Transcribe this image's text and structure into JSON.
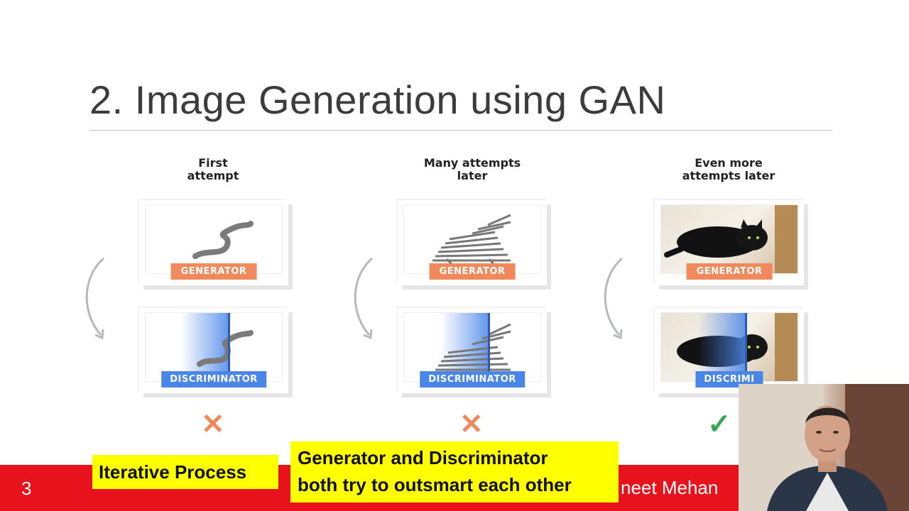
{
  "slide": {
    "title": "2. Image Generation using GAN",
    "slide_number": "3",
    "author_fragment": "neet Mehan"
  },
  "columns": [
    {
      "header_line1": "First",
      "header_line2": "attempt",
      "generator_label": "GENERATOR",
      "discriminator_label": "DISCRIMINATOR",
      "verdict": "reject"
    },
    {
      "header_line1": "Many attempts",
      "header_line2": "later",
      "generator_label": "GENERATOR",
      "discriminator_label": "DISCRIMINATOR",
      "verdict": "reject"
    },
    {
      "header_line1": "Even more",
      "header_line2": "attempts later",
      "generator_label": "GENERATOR",
      "discriminator_label": "DISCRIMI",
      "verdict": "accept"
    }
  ],
  "captions": {
    "left": "Iterative Process",
    "right_line1": "Generator and Discriminator",
    "right_line2": "both try to outsmart each other"
  },
  "colors": {
    "footer_bar": "#e8121c",
    "caption_bg": "#ffff00",
    "generator_tag": "#f08a5d",
    "discriminator_tag": "#4a86e8",
    "reject_mark": "#f08a5d",
    "accept_mark": "#34a853"
  },
  "icons": {
    "reject": "cross-icon",
    "accept": "check-icon",
    "cycle": "curved-arrow-icon"
  }
}
